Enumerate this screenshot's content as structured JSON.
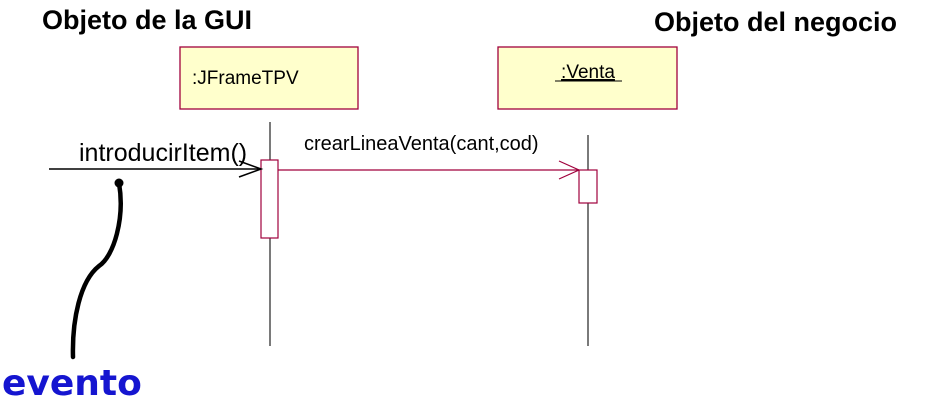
{
  "headings": {
    "gui_object": "Objeto de la GUI",
    "business_object": "Objeto del negocio"
  },
  "objects": {
    "jframe": {
      "label": ":JFrameTPV",
      "underlined": false
    },
    "venta": {
      "label": ":Venta",
      "underlined": true
    }
  },
  "messages": {
    "incoming": "introducirItem()",
    "create_line": "crearLineaVenta(cant,cod)"
  },
  "annotation": {
    "event_label": "evento"
  },
  "colors": {
    "object_fill": "#ffffcc",
    "object_border": "#a0003c",
    "message_line": "#a0003c",
    "event_text": "#1515d0",
    "heading_text": "#000000"
  }
}
